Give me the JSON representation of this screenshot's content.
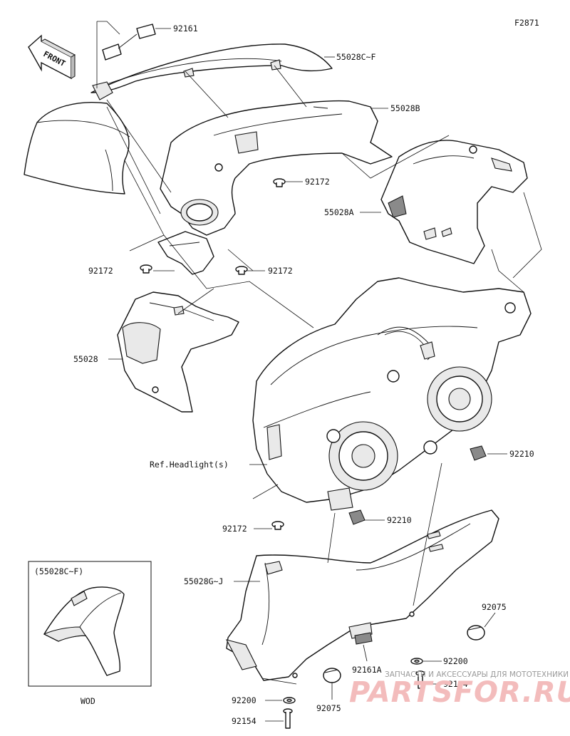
{
  "figure_id": "F2871",
  "front_label": "FRONT",
  "labels": {
    "p92161": "92161",
    "p55028C_F": "55028C~F",
    "p55028B": "55028B",
    "p92172_a": "92172",
    "p55028A": "55028A",
    "p92172_b": "92172",
    "p92172_c": "92172",
    "p55028": "55028",
    "ref_headlight": "Ref.Headlight(s)",
    "p92210_a": "92210",
    "p92172_d": "92172",
    "p92210_b": "92210",
    "p55028G_J": "55028G~J",
    "p92075_a": "92075",
    "p92200_a": "92200",
    "p92161A": "92161A",
    "p92154_a": "92154",
    "p92200_b": "92200",
    "p92075_b": "92075",
    "p92154_b": "92154"
  },
  "inset": {
    "title": "(55028C~F)",
    "caption": "WOD"
  },
  "watermark": {
    "subtitle": "ЗАПЧАСТИ И АКСЕССУАРЫ ДЛЯ МОТОТЕХНИКИ",
    "brand": "PARTSFOR.RU"
  },
  "colors": {
    "line": "#111111",
    "watermark_brand": "#f3bcbc",
    "watermark_text": "#9a9a9a"
  }
}
